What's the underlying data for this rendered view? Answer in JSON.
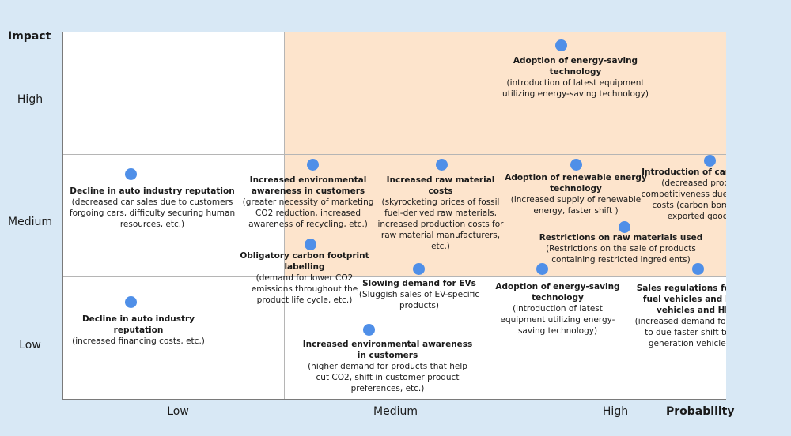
{
  "chart_data": {
    "type": "scatter",
    "xlabel": "Probability",
    "ylabel": "Impact",
    "x_ticks": [
      "Low",
      "Medium",
      "High"
    ],
    "y_ticks": [
      "High",
      "Medium",
      "Low"
    ],
    "grid": true,
    "highlight_color": "#fde4cc",
    "point_color": "#4f8fe8",
    "points": [
      {
        "title": "Adoption of energy-saving technology",
        "desc": "(introduction of latest equipment utilizing energy-saving technology)",
        "x": "High",
        "y": "High"
      },
      {
        "title": "Decline in auto industry reputation",
        "desc": "(decreased car sales due to customers forgoing cars, difficulty securing human resources, etc.)",
        "x": "Low",
        "y": "Medium"
      },
      {
        "title": "Increased environmental awareness in customers",
        "desc": "(greater necessity of marketing CO2 reduction, increased awareness of recycling, etc.)",
        "x": "Medium",
        "y": "Medium"
      },
      {
        "title": "Increased raw material costs",
        "desc": "(skyrocketing prices of fossil fuel-derived raw materials, increased production costs for raw material manufacturers, etc.)",
        "x": "Medium",
        "y": "Medium"
      },
      {
        "title": "Adoption of renewable energy technology",
        "desc": "(increased supply of renewable energy, faster shift )",
        "x": "High",
        "y": "Medium"
      },
      {
        "title": "Introduction of carbon pricing",
        "desc": "(decreased product cost competitiveness due to additional costs (carbon border tax) for exported goods, etc.)",
        "x": "High",
        "y": "Medium"
      },
      {
        "title": "Obligatory carbon footprint labelling",
        "desc": "(demand for lower CO2 emissions throughout the product life cycle, etc.)",
        "x": "Medium",
        "y": "Medium"
      },
      {
        "title": "Restrictions on raw materials used",
        "desc": "(Restrictions on the sale of products containing restricted ingredients)",
        "x": "High",
        "y": "Medium"
      },
      {
        "title": "Slowing demand for EVs",
        "desc": "(Sluggish sales of EV-specific products)",
        "x": "Medium",
        "y": "Medium"
      },
      {
        "title": "Adoption of energy-saving technology",
        "desc": "(introduction of latest equipment utilizing energy-saving technology)",
        "x": "High",
        "y": "Medium"
      },
      {
        "title": "Sales regulations for fossil fuel vehicles and hybrid vehicles and HEVs",
        "desc": "(increased demand for EV tires to due faster shift to next-generation vehicle, etc.)",
        "x": "High",
        "y": "Medium"
      },
      {
        "title": "Decline in auto industry reputation",
        "desc": "(increased financing costs, etc.)",
        "x": "Low",
        "y": "Low"
      },
      {
        "title": "Increased environmental awareness in customers",
        "desc": "(higher demand for products that help cut CO2, shift in customer product preferences, etc.)",
        "x": "Medium",
        "y": "Low"
      }
    ]
  }
}
